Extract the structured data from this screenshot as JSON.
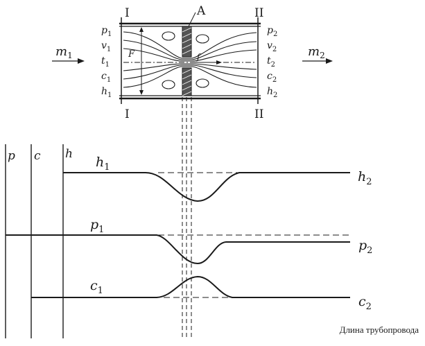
{
  "device": {
    "section_in": "I",
    "section_out": "II",
    "orifice": "A",
    "inlet_params": [
      "p",
      "v",
      "t",
      "c",
      "h"
    ],
    "outlet_params": [
      "p",
      "v",
      "t",
      "c",
      "h"
    ],
    "inlet_subscript": "1",
    "outlet_subscript": "2",
    "flow_in": "m",
    "flow_out": "m",
    "pipe_area": "F",
    "orifice_area": "f"
  },
  "graph": {
    "axes": [
      "p",
      "c",
      "h"
    ],
    "curves": [
      {
        "start": "h",
        "start_sub": "1",
        "end": "h",
        "end_sub": "2",
        "shape": "dip"
      },
      {
        "start": "p",
        "start_sub": "1",
        "end": "p",
        "end_sub": "2",
        "shape": "dip-recover-lower"
      },
      {
        "start": "c",
        "start_sub": "1",
        "end": "c",
        "end_sub": "2",
        "shape": "bump"
      }
    ],
    "x_caption": "Длина трубопровода"
  },
  "colors": {
    "ink": "#1a1a1a",
    "paper": "#ffffff"
  }
}
